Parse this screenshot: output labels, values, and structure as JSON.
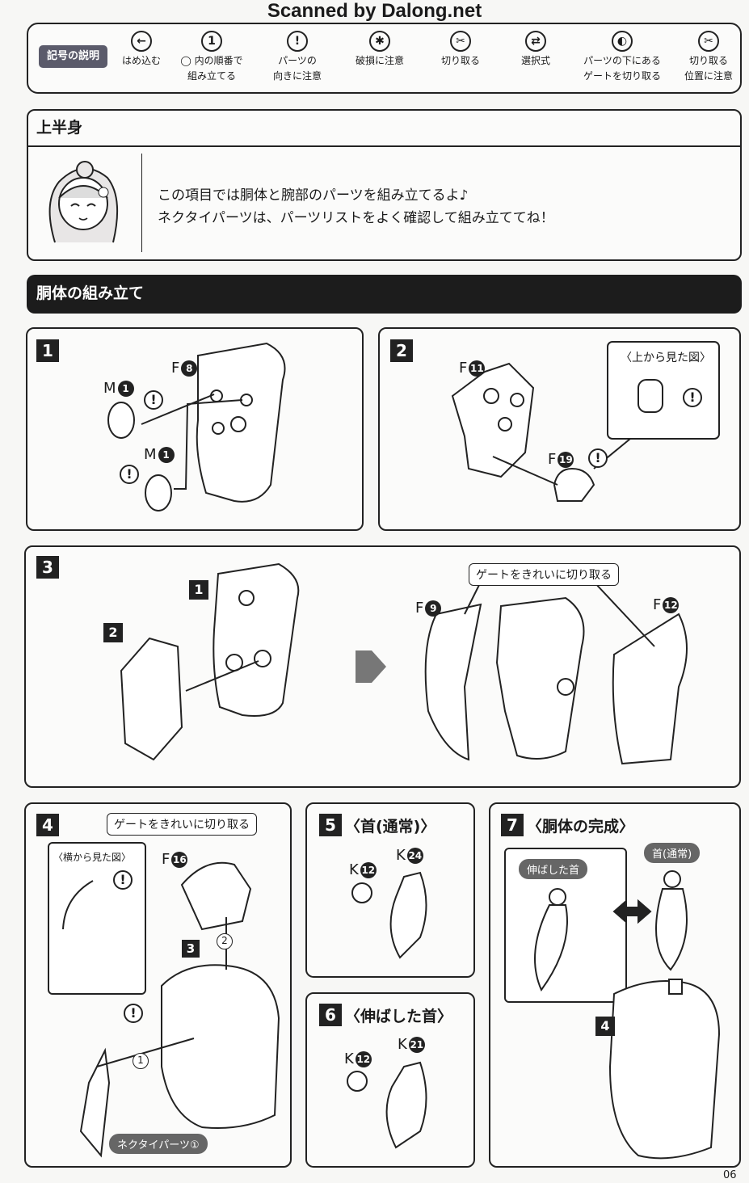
{
  "watermark": "Scanned by Dalong.net",
  "legend": {
    "title": "記号の説明",
    "items": [
      {
        "icon": "arrow-left-icon",
        "glyph": "←",
        "line1": "はめ込む",
        "line2": ""
      },
      {
        "icon": "order-number-icon",
        "glyph": "1",
        "line1": "◯ 内の順番で",
        "line2": "組み立てる"
      },
      {
        "icon": "warning-icon",
        "glyph": "!",
        "line1": "パーツの",
        "line2": "向きに注意"
      },
      {
        "icon": "breakage-icon",
        "glyph": "✱",
        "line1": "破損に注意",
        "line2": ""
      },
      {
        "icon": "cut-icon",
        "glyph": "✂",
        "line1": "切り取る",
        "line2": ""
      },
      {
        "icon": "choice-arrows-icon",
        "glyph": "⇄",
        "line1": "選択式",
        "line2": ""
      },
      {
        "icon": "under-gate-icon",
        "glyph": "◐",
        "line1": "パーツの下にある",
        "line2": "ゲートを切り取る"
      },
      {
        "icon": "cut-position-icon",
        "glyph": "✂",
        "line1": "切り取る",
        "line2": "位置に注意"
      }
    ]
  },
  "section": {
    "title": "上半身",
    "message_line1": "この項目では胴体と腕部のパーツを組み立てるよ♪",
    "message_line2": "ネクタイパーツは、パーツリストをよく確認して組み立ててね！"
  },
  "bar_title": "胴体の組み立て",
  "steps": {
    "s1": {
      "num": "1",
      "parts": [
        {
          "letter": "M",
          "n": "1"
        },
        {
          "letter": "F",
          "n": "8"
        },
        {
          "letter": "M",
          "n": "1"
        }
      ],
      "warn": "!"
    },
    "s2": {
      "num": "2",
      "parts": [
        {
          "letter": "F",
          "n": "11"
        },
        {
          "letter": "F",
          "n": "19"
        }
      ],
      "callout": "〈上から見た図〉",
      "warn": "!"
    },
    "s3": {
      "num": "3",
      "refs": [
        "1",
        "2"
      ],
      "callout": "ゲートをきれいに切り取る",
      "parts": [
        {
          "letter": "F",
          "n": "9"
        },
        {
          "letter": "F",
          "n": "12"
        }
      ]
    },
    "s4": {
      "num": "4",
      "callout": "ゲートをきれいに切り取る",
      "side_view": "〈横から見た図〉",
      "parts": [
        {
          "letter": "F",
          "n": "16"
        }
      ],
      "ref": "3",
      "order": [
        "2",
        "1"
      ],
      "pill": "ネクタイパーツ①",
      "warn": "!"
    },
    "s5": {
      "num": "5",
      "title": "〈首(通常)〉",
      "parts": [
        {
          "letter": "K",
          "n": "12"
        },
        {
          "letter": "K",
          "n": "24"
        }
      ]
    },
    "s6": {
      "num": "6",
      "title": "〈伸ばした首〉",
      "parts": [
        {
          "letter": "K",
          "n": "12"
        },
        {
          "letter": "K",
          "n": "21"
        }
      ]
    },
    "s7": {
      "num": "7",
      "title": "〈胴体の完成〉",
      "pill_extended": "伸ばした首",
      "pill_normal": "首(通常)",
      "ref": "4"
    }
  },
  "page_number": "06"
}
